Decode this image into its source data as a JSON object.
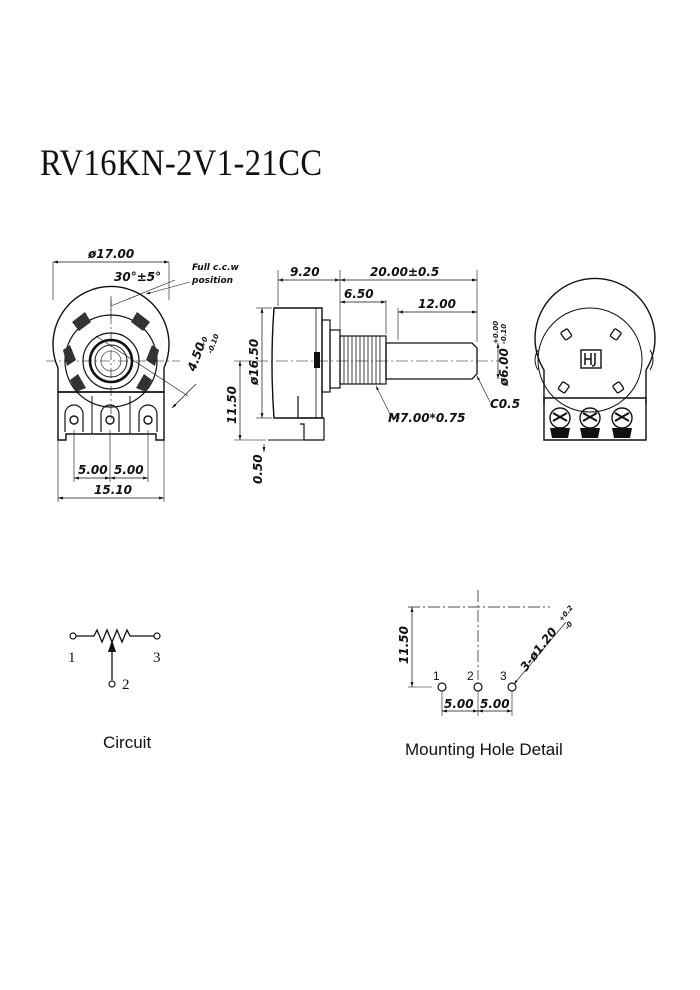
{
  "title": "RV16KN-2V1-21CC",
  "front_view": {
    "diameter": "ø17.00",
    "angle": "30°±5°",
    "note_line1": "Full c.c.w",
    "note_line2": "position",
    "pin_pitch_left": "5.00",
    "pin_pitch_right": "5.00",
    "width": "15.10",
    "slot_main": "4.50",
    "slot_tol_upper": "+0",
    "slot_tol_lower": "-0.10"
  },
  "side_view": {
    "body_depth": "9.20",
    "shaft_total": "20.00±0.5",
    "bushing_length": "6.50",
    "shaft_length": "12.00",
    "body_diameter": "ø16.50",
    "height": "11.50",
    "pin_offset": "0.50",
    "thread": "M7.00*0.75",
    "shaft_diameter": "ø6.00",
    "shaft_tol_upper": "+0.00",
    "shaft_tol_lower": "-0.10",
    "chamfer": "C0.5"
  },
  "rear_view": {
    "logo": "HJ"
  },
  "circuit": {
    "pin1": "1",
    "pin2": "2",
    "pin3": "3",
    "caption": "Circuit"
  },
  "mounting": {
    "height": "11.50",
    "pin1": "1",
    "pin2": "2",
    "pin3": "3",
    "pitch_left": "5.00",
    "pitch_right": "5.00",
    "hole": "3-ø1.20",
    "hole_tol_upper": "+0.2",
    "hole_tol_lower": "-0",
    "caption": "Mounting Hole Detail"
  }
}
